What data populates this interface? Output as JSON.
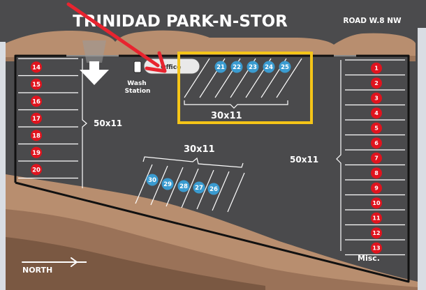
{
  "title": "TRINIDAD PARK-N-STOR",
  "road": "ROAD W.8 NW",
  "office": "Office",
  "wash_station": [
    "Wash",
    "Station"
  ],
  "north": "NORTH",
  "misc": "Misc.",
  "colors": {
    "background": "#4b4b4d",
    "lot": "#4a4a4c",
    "dirt_light": "#b88e6f",
    "dirt_dark": "#7a5842",
    "red_marker": "#e0141e",
    "blue_marker": "#3a9bd0",
    "highlight": "#f5c518",
    "arrow": "#e8242f"
  },
  "right_block": {
    "dimension": "50x11",
    "spaces": [
      "1",
      "2",
      "3",
      "4",
      "5",
      "6",
      "7",
      "8",
      "9",
      "10",
      "11",
      "12",
      "13"
    ]
  },
  "left_block": {
    "dimension": "50x11",
    "spaces": [
      "14",
      "15",
      "16",
      "17",
      "18",
      "19",
      "20"
    ]
  },
  "top_block": {
    "dimension": "30x11",
    "spaces": [
      "21",
      "22",
      "23",
      "24",
      "25"
    ]
  },
  "middle_block": {
    "dimension": "30x11",
    "spaces": [
      "30",
      "29",
      "28",
      "27",
      "26"
    ]
  }
}
